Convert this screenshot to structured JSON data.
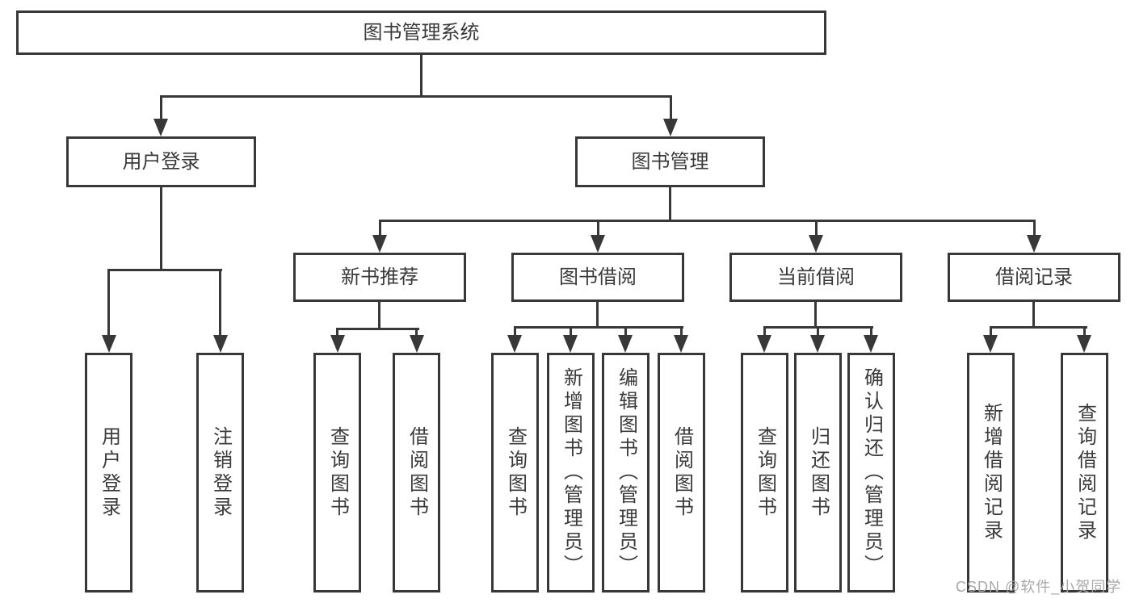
{
  "diagram": {
    "root": {
      "label": "图书管理系统"
    },
    "level1": [
      {
        "label": "用户登录"
      },
      {
        "label": "图书管理"
      }
    ],
    "level2": [
      {
        "label": "新书推荐"
      },
      {
        "label": "图书借阅"
      },
      {
        "label": "当前借阅"
      },
      {
        "label": "借阅记录"
      }
    ],
    "leaves": [
      {
        "label": "用户登录"
      },
      {
        "label": "注销登录"
      },
      {
        "label": "查询图书"
      },
      {
        "label": "借阅图书"
      },
      {
        "label": "查询图书"
      },
      {
        "label": "新增图书（管理员）"
      },
      {
        "label": "编辑图书（管理员）"
      },
      {
        "label": "借阅图书"
      },
      {
        "label": "查询图书"
      },
      {
        "label": "归还图书"
      },
      {
        "label": "确认归还（管理员）"
      },
      {
        "label": "新增借阅记录"
      },
      {
        "label": "查询借阅记录"
      }
    ]
  },
  "watermark": {
    "text": "CSDN @软件_小贺同学"
  },
  "colors": {
    "line": "#383838",
    "text": "#3a3a3a",
    "background": "#ffffff",
    "watermark": "#a8a8a8"
  }
}
